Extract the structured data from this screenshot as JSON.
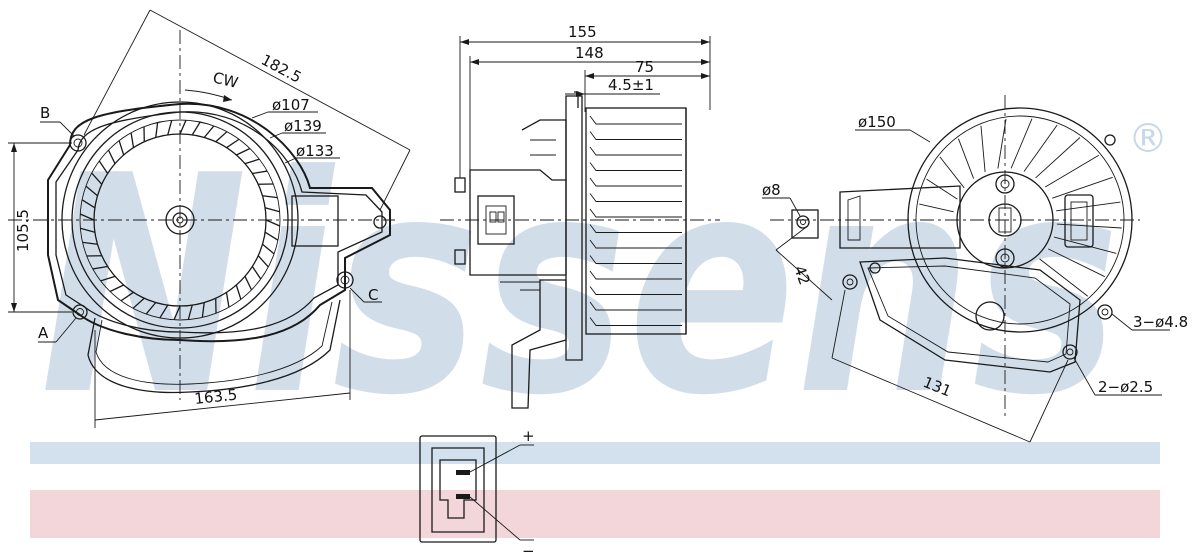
{
  "watermark": {
    "brand": "Nissens",
    "registered_mark": "®",
    "brand_color": "#c9d8e6",
    "band_top_color": "#d3e1ee",
    "band_bottom_color": "#f2d6d9"
  },
  "left_view": {
    "dim_diagonal": "182.5",
    "rotation": "CW",
    "dia_107": "ø107",
    "dia_139": "ø139",
    "dia_133": "ø133",
    "dim_height": "105.5",
    "dim_bottom": "163.5",
    "point_a": "A",
    "point_b": "B",
    "point_c": "C"
  },
  "middle_view": {
    "dim_155": "155",
    "dim_148": "148",
    "dim_75": "75",
    "dim_tol": "4.5±1"
  },
  "right_view": {
    "dia_150": "ø150",
    "dia_8": "ø8",
    "dim_42": "42",
    "holes_48": "3−ø4.8",
    "holes_25": "2−ø2.5",
    "dim_131": "131"
  },
  "connector": {
    "plus": "+",
    "minus": "−"
  },
  "colors": {
    "line": "#1a1a1a"
  }
}
